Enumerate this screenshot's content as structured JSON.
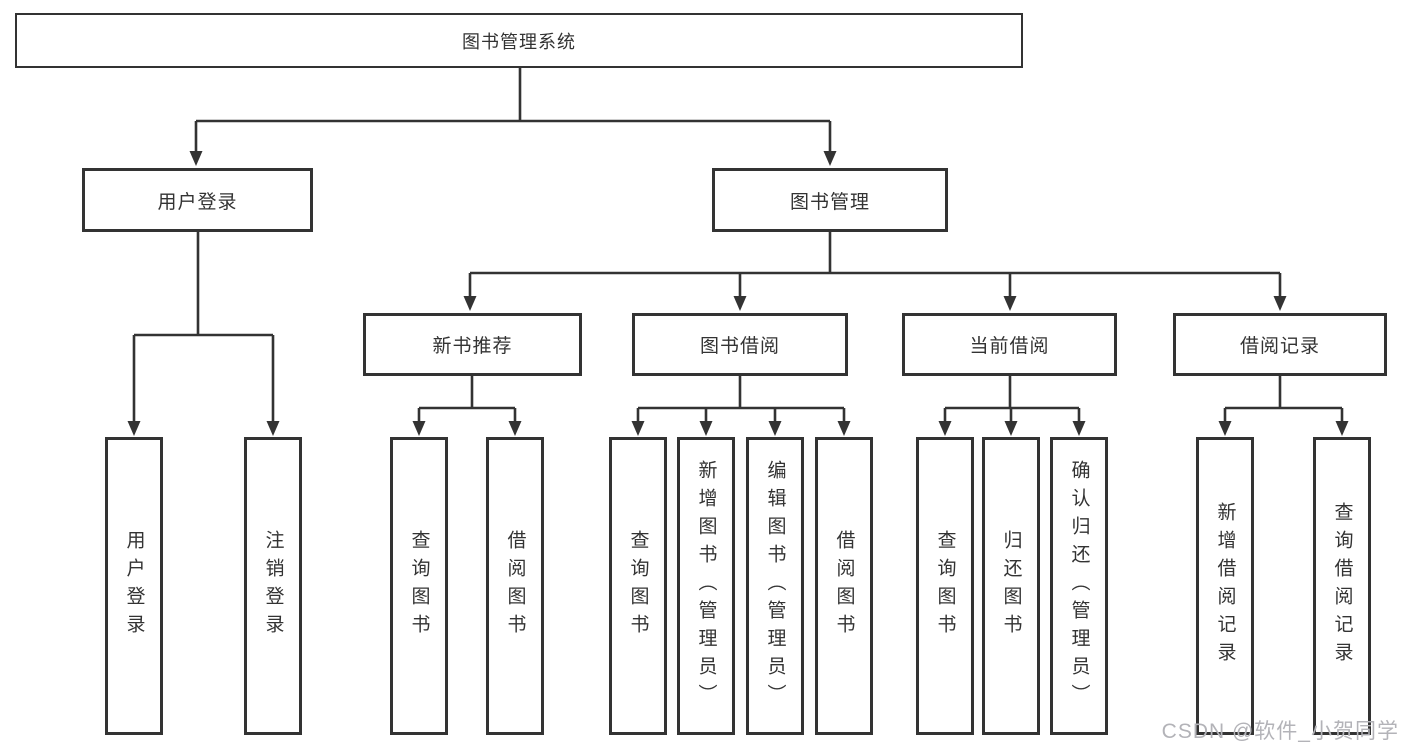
{
  "diagram": {
    "root": {
      "label": "图书管理系统",
      "children": [
        {
          "label": "用户登录",
          "children": [
            {
              "label": "用户登录"
            },
            {
              "label": "注销登录"
            }
          ]
        },
        {
          "label": "图书管理",
          "children": [
            {
              "label": "新书推荐",
              "children": [
                {
                  "label": "查询图书"
                },
                {
                  "label": "借阅图书"
                }
              ]
            },
            {
              "label": "图书借阅",
              "children": [
                {
                  "label": "查询图书"
                },
                {
                  "label": "新增图书（管理员）"
                },
                {
                  "label": "编辑图书（管理员）"
                },
                {
                  "label": "借阅图书"
                }
              ]
            },
            {
              "label": "当前借阅",
              "children": [
                {
                  "label": "查询图书"
                },
                {
                  "label": "归还图书"
                },
                {
                  "label": "确认归还（管理员）"
                }
              ]
            },
            {
              "label": "借阅记录",
              "children": [
                {
                  "label": "新增借阅记录"
                },
                {
                  "label": "查询借阅记录"
                }
              ]
            }
          ]
        }
      ]
    }
  },
  "colors": {
    "line": "#333333",
    "box_border": "#333333",
    "text": "#333333",
    "watermark": "#b3b3b8",
    "background": "#ffffff"
  },
  "watermark": "CSDN @软件_小贺同学"
}
